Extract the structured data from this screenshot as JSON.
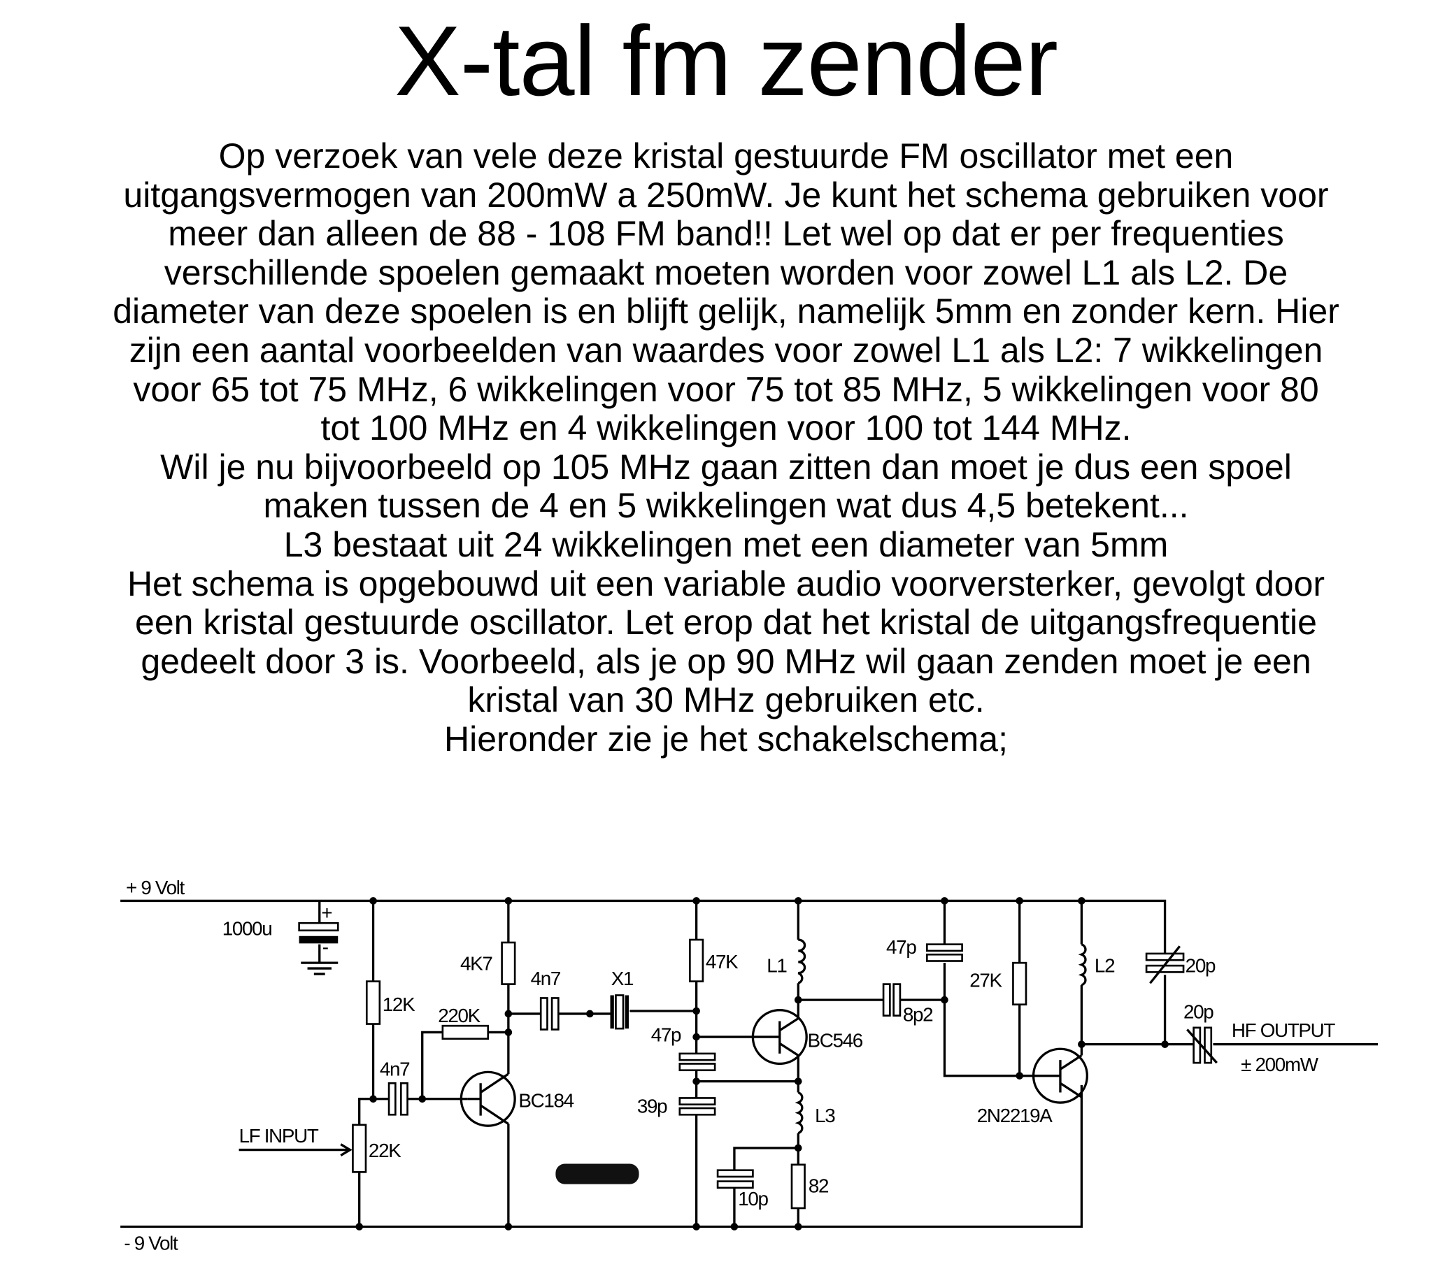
{
  "title": "X-tal fm zender",
  "paragraph_lines": [
    "Op verzoek van vele deze kristal gestuurde FM oscillator met een",
    "uitgangsvermogen van 200mW a 250mW. Je kunt het schema gebruiken voor",
    "meer dan alleen de 88 - 108 FM band!! Let wel op dat er per frequenties",
    "verschillende spoelen gemaakt moeten worden voor zowel L1 als L2. De",
    "diameter van deze spoelen is en blijft gelijk, namelijk 5mm en zonder kern. Hier",
    "zijn een aantal voorbeelden van waardes voor zowel L1 als L2: 7 wikkelingen",
    "voor 65 tot 75 MHz, 6 wikkelingen voor 75 tot 85 MHz, 5 wikkelingen voor 80",
    "tot 100 MHz en 4 wikkelingen voor 100 tot 144 MHz.",
    "Wil je nu bijvoorbeeld op 105 MHz gaan zitten dan moet je dus een spoel",
    "maken tussen de 4 en 5 wikkelingen wat dus 4,5 betekent...",
    "L3 bestaat uit 24 wikkelingen met een diameter van 5mm",
    "Het schema is opgebouwd uit een variable audio voorversterker, gevolgt door",
    "een kristal gestuurde oscillator. Let erop dat het kristal de uitgangsfrequentie",
    "gedeelt door 3 is. Voorbeeld, als je op 90 MHz wil gaan zenden moet je een",
    "kristal van 30 MHz gebruiken etc.",
    "Hieronder zie je het schakelschema;"
  ],
  "schematic": {
    "rail_positive": "+ 9 Volt",
    "rail_negative": "- 9 Volt",
    "c_supply": "1000u",
    "c_plus": "+",
    "c_minus": "-",
    "r_12k": "12K",
    "pot_22k": "22K",
    "lf_input": "LF INPUT",
    "c_in": "4n7",
    "r_220k": "220K",
    "q1": "BC184",
    "r_4k7": "4K7",
    "c_coupling": "4n7",
    "crystal": "X1",
    "r_47k": "47K",
    "c_47p_a": "47p",
    "c_39p": "39p",
    "q2": "BC546",
    "l1": "L1",
    "c_8p2": "8p2",
    "c_47p_b": "47p",
    "r_27k": "27K",
    "l2": "L2",
    "q3": "2N2219A",
    "trim_top": "20p",
    "trim_out": "20p",
    "hf_output": "HF OUTPUT",
    "power": "± 200mW",
    "l3": "L3",
    "c_10p": "10p",
    "r_82": "82"
  }
}
